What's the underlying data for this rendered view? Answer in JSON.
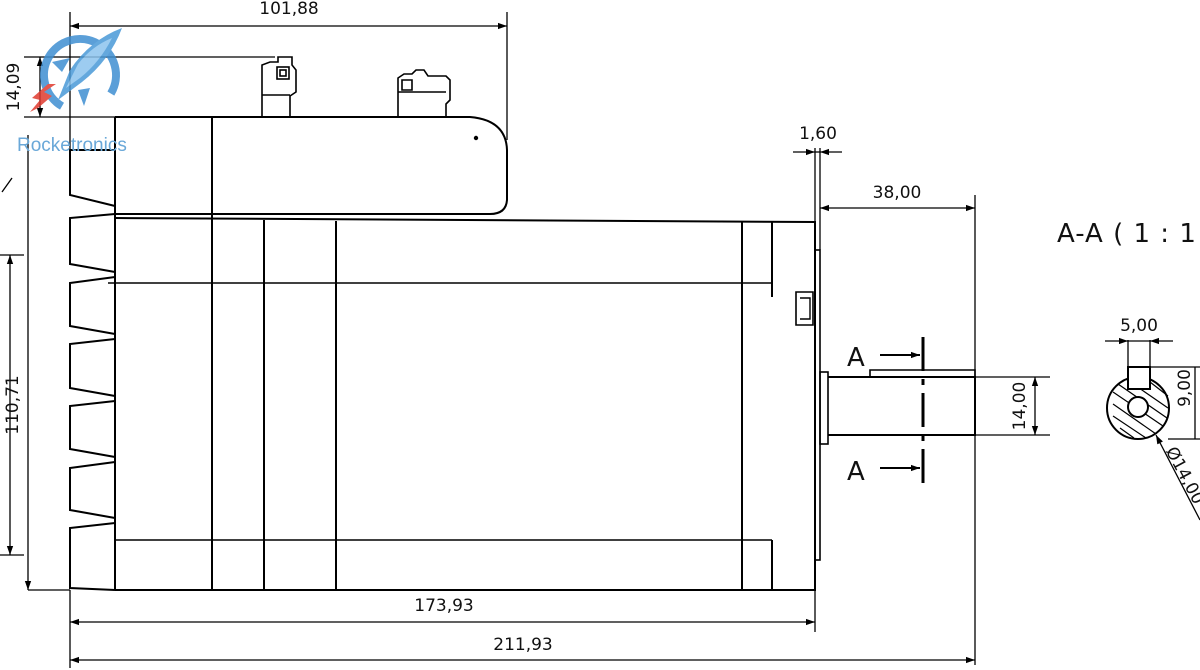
{
  "logo": {
    "brand": "Rocketronics",
    "icon": "rocket-icon",
    "colors": {
      "circle": "#3f8fd2",
      "bolt": "#e03a2f",
      "text": "#6aa8d8"
    }
  },
  "drawing": {
    "line_color": "#000000",
    "dimensions": {
      "top_width": "101,88",
      "connector_height": "14,09",
      "flange_thickness": "1,60",
      "shaft_length": "38,00",
      "body_height": "110,71",
      "shaft_diameter_side": "14,00",
      "body_length": "173,93",
      "total_length": "211,93",
      "key_width": "5,00",
      "key_depth": "9,00",
      "shaft_diameter_section": "Ø14,00"
    },
    "section_markers": {
      "upper": "A",
      "lower": "A"
    },
    "section_title": "A-A ( 1 : 1"
  }
}
